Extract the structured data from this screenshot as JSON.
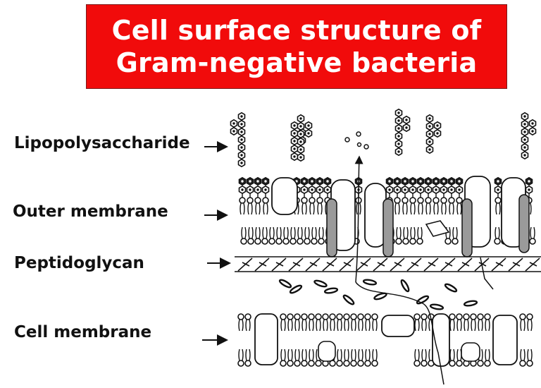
{
  "title": {
    "line1": "Cell surface structure of",
    "line2": "Gram-negative bacteria"
  },
  "labels": [
    {
      "key": "lps",
      "text": "Lipopolysaccharide"
    },
    {
      "key": "outer",
      "text": "Outer membrane"
    },
    {
      "key": "pg",
      "text": "Peptidoglycan"
    },
    {
      "key": "cell",
      "text": "Cell membrane"
    }
  ],
  "colors": {
    "title_bg": "#f10b0b",
    "title_text": "#ffffff",
    "protein_gray": "#9a9a9a",
    "line": "#111111"
  }
}
